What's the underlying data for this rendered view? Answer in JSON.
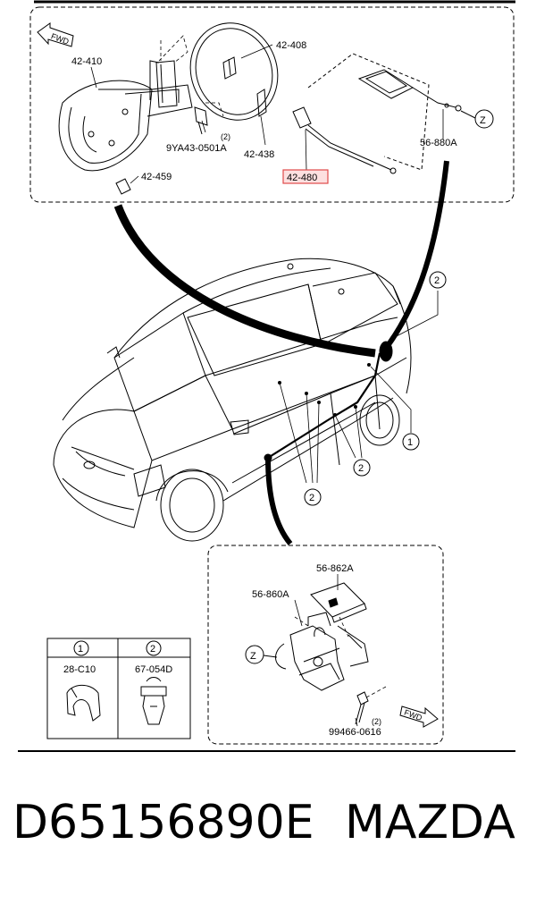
{
  "callouts": {
    "p42_410": "42-410",
    "p42_408": "42-408",
    "p42_438": "42-438",
    "p42_480": "42-480",
    "p9ya43": "9YA43-0501A",
    "p9ya43_qty": "(2)",
    "p42_459": "42-459",
    "p56_880a": "56-880A",
    "z_top": "Z",
    "fwd_top": "FWD",
    "ref2_a": "2",
    "ref1_a": "1",
    "ref2_b": "2",
    "ref2_c": "2",
    "p56_862a": "56-862A",
    "p56_860a": "56-860A",
    "z_bottom": "Z",
    "p99466": "99466-0616",
    "p99466_qty": "(2)",
    "fwd_bottom": "FWD"
  },
  "legend": {
    "col1_num": "1",
    "col2_num": "2",
    "col1_part": "28-C10",
    "col2_part": "67-054D"
  },
  "footer": {
    "code": "D65156890E",
    "brand": "MAZDA"
  },
  "colors": {
    "line": "#000000",
    "highlight_box": "#e04a4a",
    "highlight_fill": "#fde0e0"
  }
}
